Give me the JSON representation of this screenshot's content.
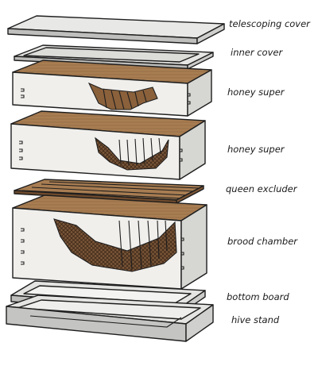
{
  "labels": {
    "telescoping_cover": "telescoping cover",
    "inner_cover": "inner cover",
    "honey_super_upper": "honey super",
    "honey_super_lower": "honey super",
    "queen_excluder": "queen excluder",
    "brood_chamber": "brood chamber",
    "bottom_board": "bottom board",
    "hive_stand": "hive stand"
  },
  "colors": {
    "box_light": "#f0efec",
    "box_shade": "#d6d6d2",
    "cover_light": "#e8e8e6",
    "cover_shade": "#bfc0bd",
    "wood": "#a87d52",
    "wood_dark": "#6e4a2c",
    "comb": "#6b4a30",
    "ink": "#1e1e1e"
  }
}
